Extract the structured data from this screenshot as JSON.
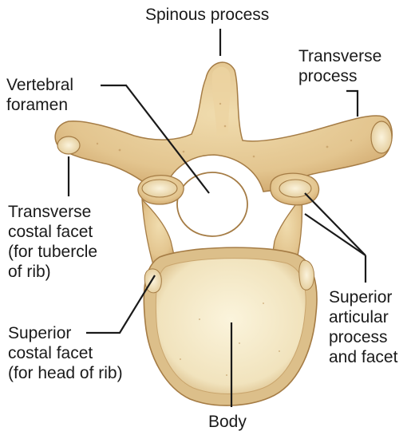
{
  "labels": {
    "spinous_process": "Spinous process",
    "transverse_process": [
      "Transverse",
      "process"
    ],
    "vertebral_foramen": [
      "Vertebral",
      "foramen"
    ],
    "transverse_costal_facet": [
      "Transverse",
      "costal facet",
      "(for tubercle",
      "of rib)"
    ],
    "superior_costal_facet": [
      "Superior",
      "costal facet",
      "(for head of rib)"
    ],
    "superior_articular_process": [
      "Superior",
      "articular",
      "process",
      "and facet"
    ],
    "body": "Body"
  },
  "colors": {
    "bone": "#e6cc9a",
    "bone_shadow": "#c79f66",
    "bone_outline": "#a57c45",
    "body_surface": "#f6eccd",
    "facet": "#f3e6c4",
    "leader_line": "#1a1a1a"
  }
}
